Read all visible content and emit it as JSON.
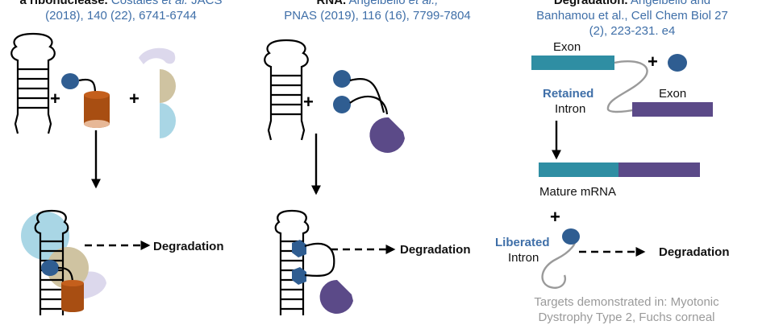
{
  "panel1": {
    "caption_bold": "a ribonuclease.",
    "caption_ref_a": "Costales",
    "caption_ref_em": "et al.",
    "caption_ref_b": "JACS",
    "caption_line2": "(2018), 140 (22), 6741-6744",
    "plus_a": "+",
    "plus_b": "+",
    "degradation_label": "Degradation"
  },
  "panel2": {
    "caption_bold": "RNA.",
    "caption_ref_a": "Angelbello",
    "caption_ref_em": "et al.,",
    "caption_line2": "PNAS (2019), 116 (16), 7799-7804",
    "plus": "+",
    "degradation_label": "Degradation"
  },
  "panel3": {
    "caption_bold": "Degradation.",
    "caption_ref_a": "Angelbello and",
    "caption_line2": "Banhamou et al., Cell Chem Biol 27",
    "caption_line3": "(2), 223-231. e4",
    "exon_top_label": "Exon",
    "plus_top": "+",
    "retained_label": "Retained",
    "intron_label": "Intron",
    "exon_right_label": "Exon",
    "mature_label": "Mature mRNA",
    "plus_mid": "+",
    "liberated_label": "Liberated",
    "intron_label_2": "Intron",
    "degradation_label": "Degradation",
    "targets_line1": "Targets demonstrated in:  Myotonic",
    "targets_line2": "Dystrophy Type 2, Fuchs corneal"
  },
  "colors": {
    "navy_ball": "#2f5d91",
    "rust_cylinder": "#a84e12",
    "tan": "#cfc3a1",
    "light_blue": "#a9d6e5",
    "lavender": "#dcd8ec",
    "purple": "#5b4a88",
    "teal": "#2f8ea3",
    "caption_blue": "#3f6fa8"
  },
  "icons": {
    "hairpin": "rna-hairpin-icon",
    "small_molecule": "small-molecule-icon",
    "nuclease": "ribonuclease-icon",
    "pacman": "rnase-l-icon"
  }
}
